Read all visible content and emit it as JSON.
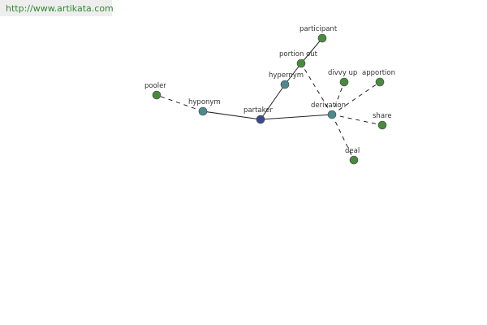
{
  "banner": {
    "url_text": "http://www.artikata.com"
  },
  "colors": {
    "center": "#3a4a8c",
    "relation": "#4a8a8e",
    "leaf": "#4a8a3e",
    "edge": "#222222"
  },
  "graph": {
    "nodes": [
      {
        "id": "partaker",
        "label": "partaker",
        "kind": "center"
      },
      {
        "id": "hyponym",
        "label": "hyponym",
        "kind": "relation"
      },
      {
        "id": "hypernym",
        "label": "hypernym",
        "kind": "relation"
      },
      {
        "id": "derivation",
        "label": "derivation",
        "kind": "relation"
      },
      {
        "id": "pooler",
        "label": "pooler",
        "kind": "leaf"
      },
      {
        "id": "portion_out",
        "label": "portion out",
        "kind": "leaf"
      },
      {
        "id": "participant",
        "label": "participant",
        "kind": "leaf"
      },
      {
        "id": "divvy_up",
        "label": "divvy up",
        "kind": "leaf"
      },
      {
        "id": "apportion",
        "label": "apportion",
        "kind": "leaf"
      },
      {
        "id": "share",
        "label": "share",
        "kind": "leaf"
      },
      {
        "id": "deal",
        "label": "deal",
        "kind": "leaf"
      }
    ],
    "edges": [
      {
        "from": "partaker",
        "to": "hyponym",
        "style": "solid"
      },
      {
        "from": "partaker",
        "to": "hypernym",
        "style": "solid"
      },
      {
        "from": "partaker",
        "to": "derivation",
        "style": "solid"
      },
      {
        "from": "hyponym",
        "to": "pooler",
        "style": "dashed"
      },
      {
        "from": "hypernym",
        "to": "portion_out",
        "style": "solid"
      },
      {
        "from": "portion_out",
        "to": "participant",
        "style": "solid"
      },
      {
        "from": "derivation",
        "to": "portion_out",
        "style": "dashed"
      },
      {
        "from": "derivation",
        "to": "divvy_up",
        "style": "dashed"
      },
      {
        "from": "derivation",
        "to": "apportion",
        "style": "dashed"
      },
      {
        "from": "derivation",
        "to": "share",
        "style": "dashed"
      },
      {
        "from": "derivation",
        "to": "deal",
        "style": "dashed"
      }
    ]
  }
}
